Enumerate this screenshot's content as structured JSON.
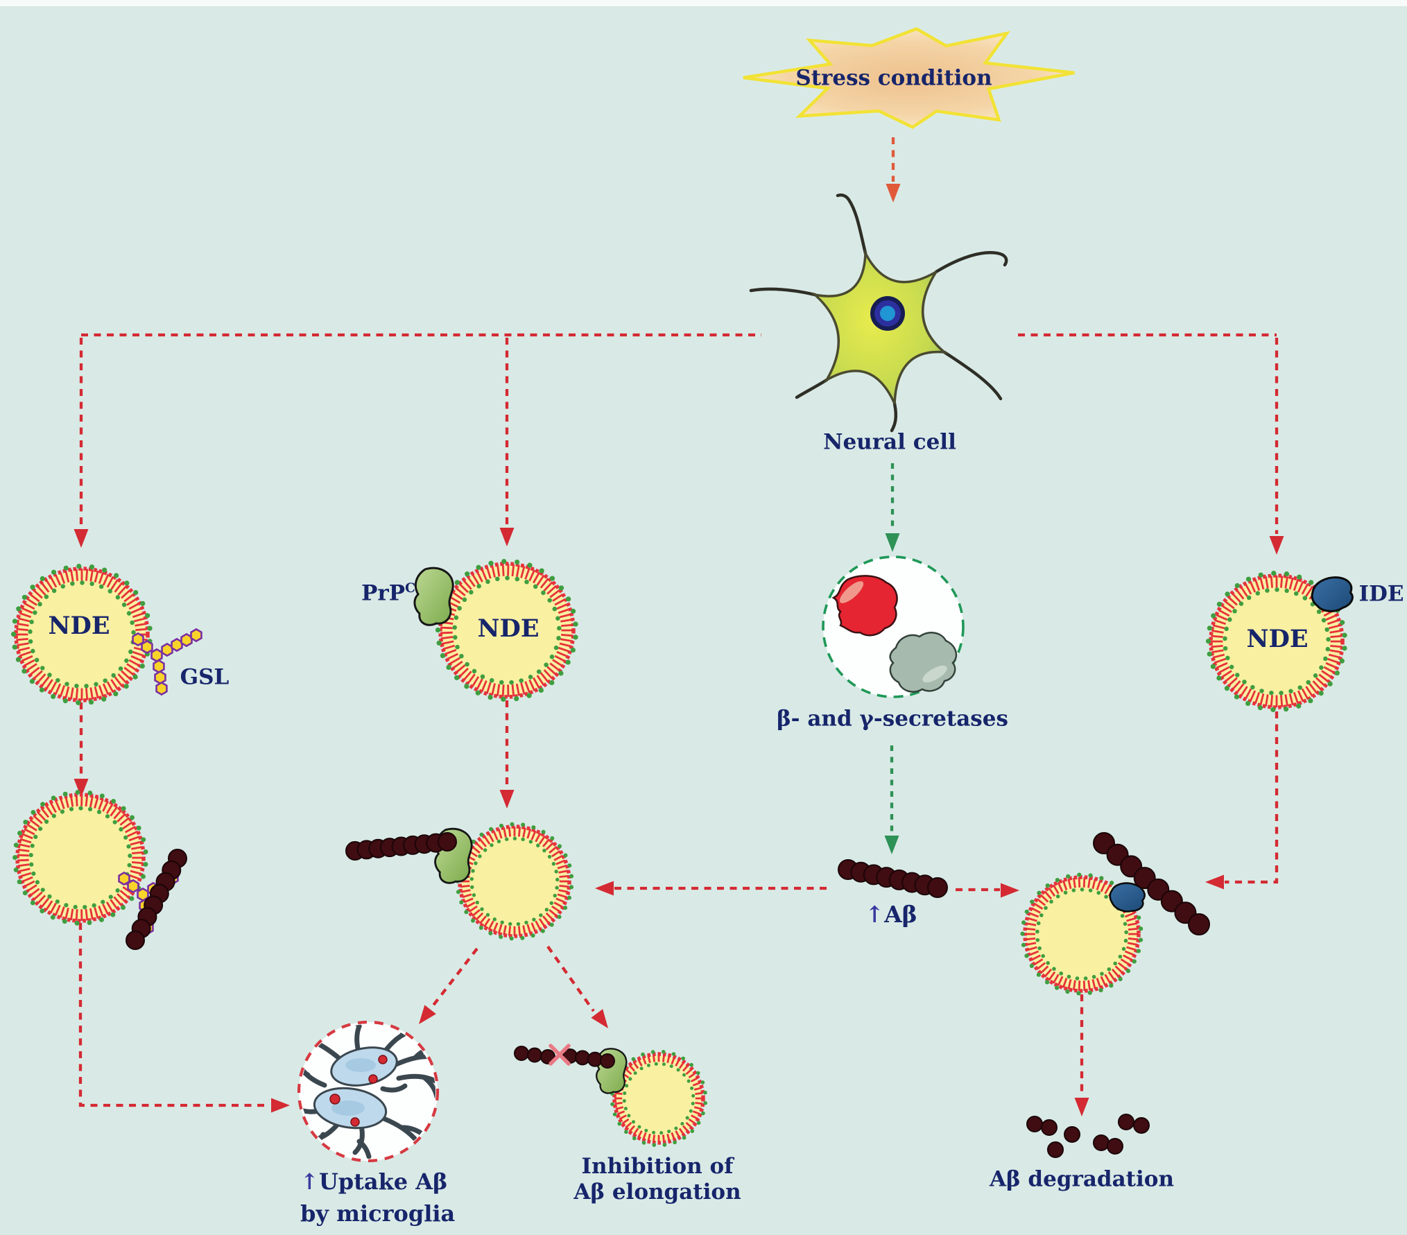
{
  "labels": {
    "stress": "Stress condition",
    "neural_cell": "Neural cell",
    "secretases": "β- and γ-secretases",
    "up_arrow": "↑",
    "abeta": "Aβ",
    "nde": "NDE",
    "gsl": "GSL",
    "prp_base": "PrP",
    "prp_sup": "C",
    "ide": "IDE",
    "uptake_line1": "Uptake Aβ",
    "uptake_line2": "by microglia",
    "inhibition_line1": "Inhibition of",
    "inhibition_line2": "Aβ elongation",
    "degradation": "Aβ degradation"
  },
  "colors": {
    "background": "#d9eae6",
    "label_navy": "#17256b",
    "red_arrow": "#d42a33",
    "stress_arrow": "#e05a3a",
    "green_arrow": "#2e9156",
    "vesicle_fill": "#f9f0a2",
    "vesicle_membrane": "#e63238",
    "membrane_dots": "#3f9e3f",
    "abeta_bead": "#400d12",
    "gsl_fill": "#f8d42b",
    "gsl_outline": "#7a2fa2",
    "prp_fill": "#93c163",
    "ide_fill": "#27598c",
    "secretase_red": "#e52531",
    "secretase_gray": "#a6baad",
    "star_border": "#f2e235",
    "indigo_arrow": "#3a3aa0",
    "microglia_border": "#d63a42",
    "inhibition_x": "#e87a85"
  }
}
